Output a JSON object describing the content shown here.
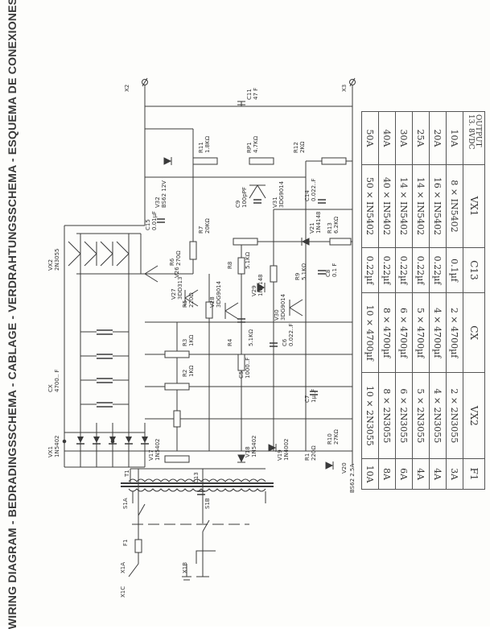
{
  "title": "WIRING DIAGRAM - BEDRADINGSSCHEMA - CABLAGE - VERDRAHTUNGSSCHEMA - ESQUEMA DE CONEXIONES",
  "labels": {
    "x1a": "X1A",
    "x1b": "X1B",
    "x1c": "X1C",
    "x2": "X2",
    "x3": "X3",
    "f1": "F1",
    "s1a": "S1A",
    "s1b": "S1B",
    "t1": "T1",
    "vx1": "VX1",
    "vx1_val": "1N5402",
    "cx": "CX",
    "cx_val": "4700.. F",
    "vx2": "VX2",
    "vx2_val": "2N3055",
    "v17": "V17",
    "v17_val": "1N5402",
    "v18": "V18",
    "v18_val": "1N5402",
    "v19": "V19",
    "v19_val": "1N4002",
    "v20": "V20",
    "bs62": "BS62 2.5A",
    "c13": "C13",
    "r1": "R1",
    "r1_val": "220Ω",
    "r10": "R10",
    "r10_val": "27KΩ",
    "c7": "C7",
    "c7_val": "1µ..F",
    "c5": "C5",
    "c5_val": "1000..F",
    "r2": "R2",
    "r2_val": "1KΩ",
    "r3": "R3",
    "r3_val": "1KΩ",
    "r5": "R5",
    "r5_val": "220Ω",
    "r6": "R6",
    "r6_val": "270Ω",
    "v27": "V27",
    "v27_val": "3DD313",
    "v28": "V28",
    "v28_val": "3DG9014",
    "r4": "R4",
    "r4_val": "5.1KΩ",
    "r8": "R8",
    "r8_val": "5.1KΩ",
    "v29": "V29",
    "v29_val": "1N4148",
    "v30": "V30",
    "v30_val": "3DG9014",
    "r9": "R9",
    "r9_val": "5.1KΩ",
    "c6": "C6",
    "c6_val": "0.022..F",
    "c8": "C8",
    "c8_val": "0.1 F",
    "r7": "R7",
    "r7_val": "20KΩ",
    "r13": "R13",
    "r13_val": "6.2KΩ",
    "v21": "V21",
    "v21_val": "1N4148",
    "v26": "V26",
    "c9": "C9",
    "c9_val": "100pPF",
    "v31": "V31",
    "v31_val": "3DG9014",
    "c14": "C14",
    "c14_val": "0.022..F",
    "c15": "C15",
    "c15_val": "0.01µF",
    "v32": "V32",
    "v32_val": "BS62 12V",
    "r11": "R11",
    "r11_val": "1.8KΩ",
    "rp1": "RP1",
    "rp1_val": "4.7KΩ",
    "r12": "R12",
    "r12_val": "2KΩ",
    "c11": "C11",
    "c11_val": "47 F"
  },
  "table": {
    "headers": [
      "OUTPUT\n13. 8VDC",
      "VX1",
      "C13",
      "CX",
      "VX2",
      "F1"
    ],
    "rows": [
      [
        "10A",
        "8 × IN5402",
        "0.1µf",
        "2 × 4700µf",
        "2 × 2N3055",
        "3A"
      ],
      [
        "20A",
        "16 × IN5402",
        "0.22µf",
        "4 × 4700µf",
        "4 × 2N3055",
        "4A"
      ],
      [
        "25A",
        "14 × IN5402",
        "0.22µf",
        "5 × 4700µf",
        "5 × 2N3055",
        "4A"
      ],
      [
        "30A",
        "14 × IN5402",
        "0.22µf",
        "6 × 4700µf",
        "6 × 2N3055",
        "6A"
      ],
      [
        "40A",
        "40 × IN5402",
        "0.22µf",
        "8 × 4700µf",
        "8 × 2N3055",
        "8A"
      ],
      [
        "50A",
        "50 × IN5402",
        "0.22µf",
        "10 × 4700µf",
        "10 × 2N3055",
        "10A"
      ]
    ]
  }
}
